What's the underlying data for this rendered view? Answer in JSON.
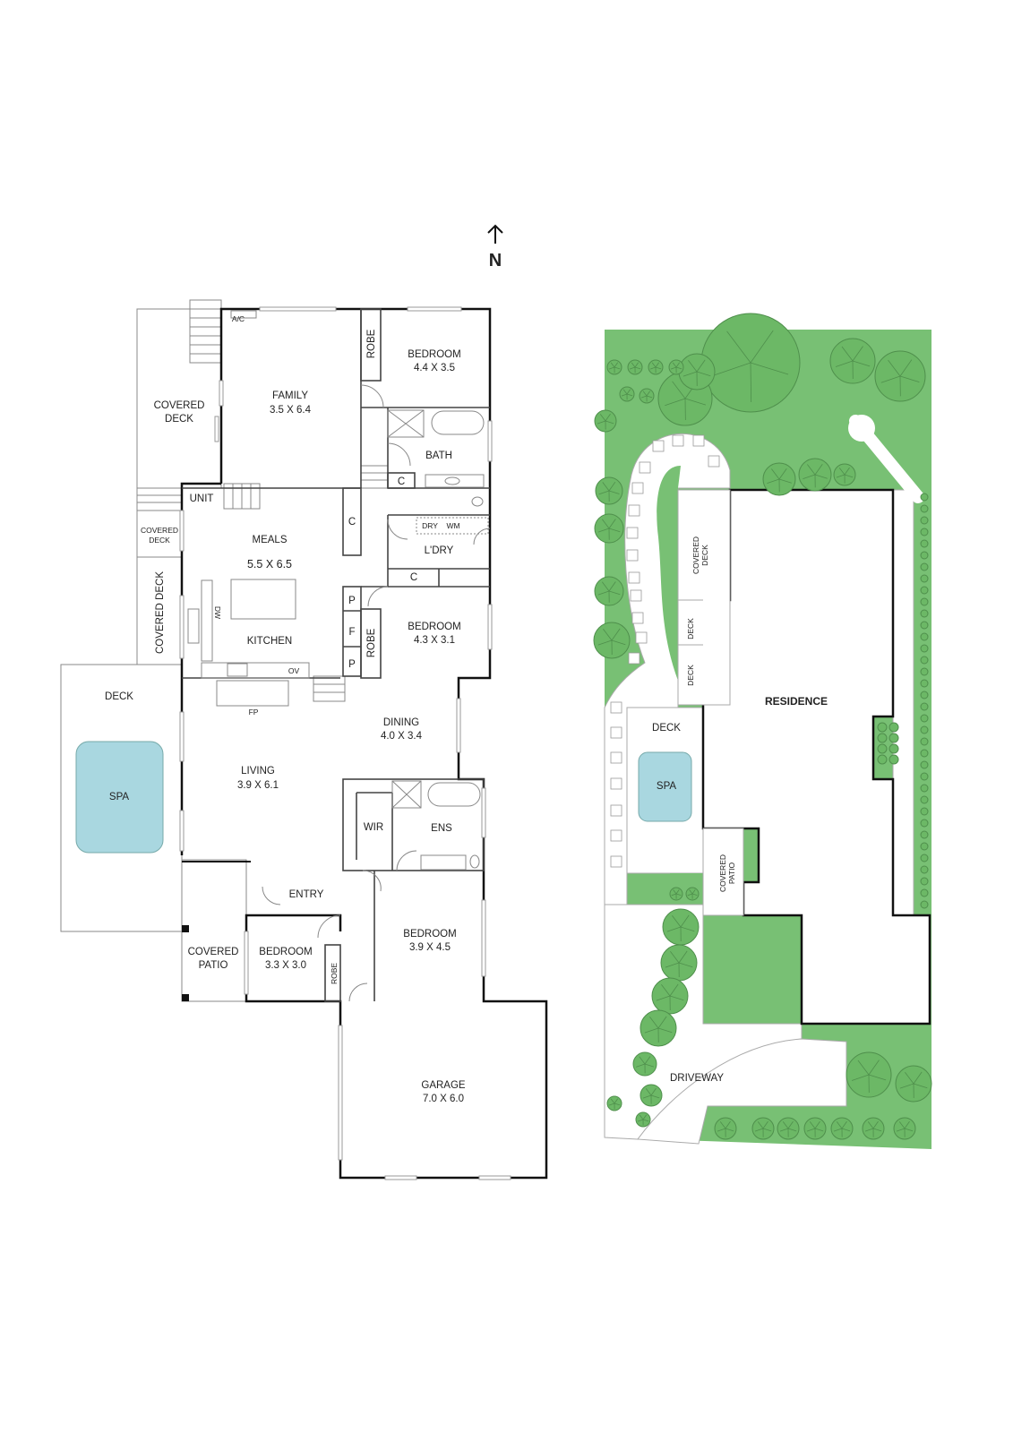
{
  "compass": {
    "label": "N"
  },
  "colors": {
    "grass": "#78c074",
    "spa": "#a9d7e0",
    "wall": "#111111"
  },
  "floor_plan": {
    "rooms": [
      {
        "id": "family",
        "name": "FAMILY",
        "dims": "3.5 X 6.4"
      },
      {
        "id": "bedroom1",
        "name": "BEDROOM",
        "dims": "4.4 X 3.5"
      },
      {
        "id": "bath",
        "name": "BATH"
      },
      {
        "id": "meals",
        "name": "MEALS",
        "dims": "5.5 X 6.5"
      },
      {
        "id": "kitchen",
        "name": "KITCHEN"
      },
      {
        "id": "laundry",
        "name": "L'DRY"
      },
      {
        "id": "bedroom2",
        "name": "BEDROOM",
        "dims": "4.3 X 3.1"
      },
      {
        "id": "dining",
        "name": "DINING",
        "dims": "4.0 X 3.4"
      },
      {
        "id": "living",
        "name": "LIVING",
        "dims": "3.9 X 6.1"
      },
      {
        "id": "ensuite",
        "name": "ENS"
      },
      {
        "id": "wir",
        "name": "WIR"
      },
      {
        "id": "entry",
        "name": "ENTRY"
      },
      {
        "id": "bedroom3",
        "name": "BEDROOM",
        "dims": "3.9 X 4.5"
      },
      {
        "id": "bedroom4",
        "name": "BEDROOM",
        "dims": "3.3 X 3.0"
      },
      {
        "id": "garage",
        "name": "GARAGE",
        "dims": "7.0 X 6.0"
      }
    ],
    "outdoor": {
      "covered_deck_top": [
        "COVERED",
        "DECK"
      ],
      "covered_deck_small": [
        "COVERED",
        "DECK"
      ],
      "covered_deck_side": "COVERED DECK",
      "deck": "DECK",
      "spa": "SPA",
      "covered_patio": [
        "COVERED",
        "PATIO"
      ]
    },
    "fixtures": {
      "ac": "A/C",
      "unit": "UNIT",
      "robe": "ROBE",
      "cupboard": "C",
      "pantry": "P",
      "fridge": "F",
      "dw": "DW",
      "ov": "OV",
      "fp": "FP",
      "dry": "DRY",
      "wm": "WM"
    }
  },
  "site_plan": {
    "residence": "RESIDENCE",
    "covered_deck": [
      "COVERED",
      "DECK"
    ],
    "deck": "DECK",
    "deck2": "DECK",
    "deck3": "DECK",
    "spa": "SPA",
    "covered_patio": [
      "COVERED",
      "PATIO"
    ],
    "driveway": "DRIVEWAY"
  }
}
